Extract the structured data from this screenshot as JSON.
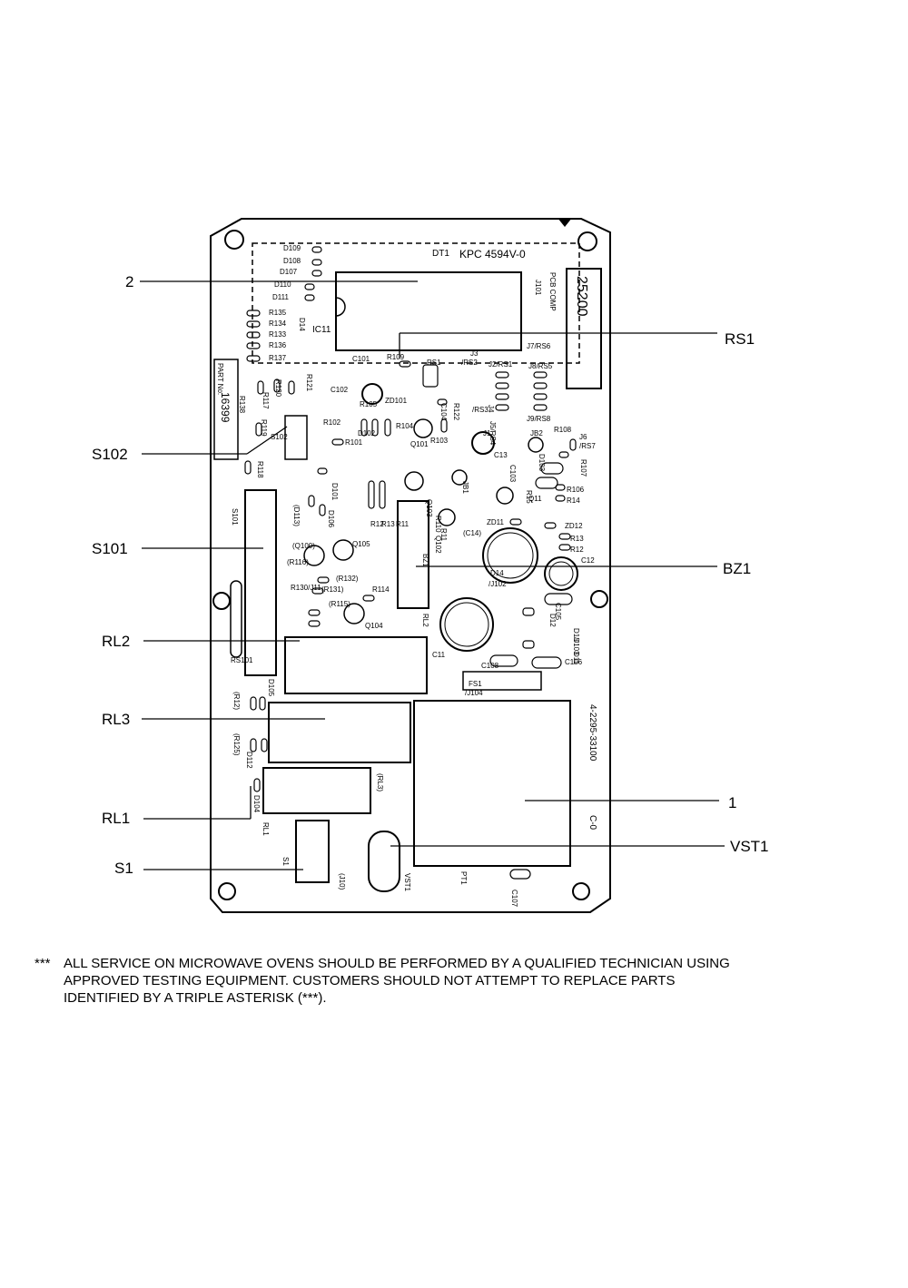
{
  "board": {
    "header_code": "KPC 4594V-0",
    "dt_label": "DT1",
    "pcb_comp": "PCB COMP",
    "pcb_number": "25200",
    "part_no_label": "PART No.",
    "part_no_value": "16399",
    "board_code": "4-2295-33100",
    "revision": "C-0",
    "j101": "J101",
    "ic_label": "IC11",
    "component_labels": [
      "D109",
      "D108",
      "D107",
      "D110",
      "D111",
      "R135",
      "R134",
      "R133",
      "R136",
      "R137",
      "D14",
      "R138",
      "R117",
      "R120",
      "R121",
      "C101",
      "R109",
      "RS1",
      "/RS2",
      "J3",
      "J2/RS1",
      "J8/RS5",
      "J7/RS6",
      "C102",
      "ZD101",
      "R102",
      "R105",
      "D102",
      "R104",
      "R101",
      "Q101",
      "R103",
      "C104",
      "R122",
      "J4",
      "/RS3",
      "J5/RS4",
      "J9/RS8",
      "J1",
      "C13",
      "JB2",
      "D103",
      "R108",
      "J6",
      "/RS7",
      "R107",
      "C103",
      "R106",
      "R14",
      "Q11",
      "R15",
      "R119",
      "S102",
      "R118",
      "D101",
      "(D113)",
      "D106",
      "Q103",
      "JB1",
      "R110",
      "R11",
      "Q102",
      "ZD11",
      "ZD12",
      "(C14)",
      "R13",
      "R12",
      "C12",
      "R12",
      "R13",
      "R11",
      "(Q100)",
      "Q105",
      "(R116)",
      "(R132)",
      "(R131)",
      "R114",
      "R130/J11",
      "(R115)",
      "Q104",
      "D14",
      "/J102",
      "C105",
      "D12",
      "D13",
      "/J103",
      "D11",
      "C11",
      "C108",
      "C106",
      "FS1",
      "/J104",
      "RS101",
      "D105",
      "(R12)",
      "(R125)",
      "D112",
      "D104",
      "RL1",
      "(RL3)",
      "S1",
      "(J10)",
      "VST1",
      "PT1",
      "C107",
      "S101",
      "RL2",
      "BZ1"
    ]
  },
  "callouts": {
    "two": "2",
    "rs1": "RS1",
    "s102": "S102",
    "s101": "S101",
    "bz1": "BZ1",
    "rl2": "RL2",
    "rl3": "RL3",
    "one": "1",
    "rl1": "RL1",
    "vst1": "VST1",
    "s1": "S1"
  },
  "note": {
    "asterisks": "***",
    "text": "ALL SERVICE ON MICROWAVE OVENS SHOULD BE PERFORMED BY A  QUALIFIED TECHNICIAN USING\nAPPROVED TESTING EQUIPMENT.  CUSTOMERS SHOULD NOT ATTEMPT TO REPLACE PARTS\nIDENTIFIED BY A TRIPLE ASTERISK (***)."
  }
}
